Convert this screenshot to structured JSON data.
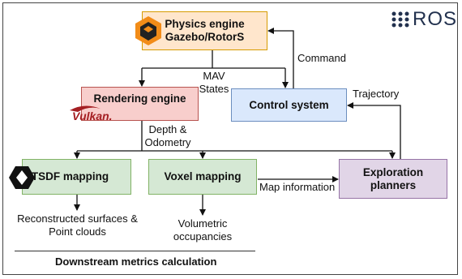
{
  "logo": {
    "text": "ROS"
  },
  "boxes": {
    "physics": {
      "line1": "Physics engine",
      "line2": "Gazebo/RotorS"
    },
    "rendering": {
      "label": "Rendering engine"
    },
    "control": {
      "label": "Control system"
    },
    "tsdf": {
      "label": "TSDF mapping"
    },
    "voxel": {
      "label": "Voxel mapping"
    },
    "explore": {
      "line1": "Exploration",
      "line2": "planners"
    }
  },
  "edge_labels": {
    "command": "Command",
    "mav_line1": "MAV",
    "mav_line2": "States",
    "trajectory": "Trajectory",
    "depth_line1": "Depth &",
    "depth_line2": "Odometry",
    "map_info": "Map information"
  },
  "outputs": {
    "surfaces_line1": "Reconstructed surfaces &",
    "surfaces_line2": "Point clouds",
    "occupancy_line1": "Volumetric",
    "occupancy_line2": "occupancies"
  },
  "footer": {
    "title": "Downstream metrics calculation"
  },
  "vulkan_logo_text": "Vulkan.",
  "colors": {
    "physics_fill": "#ffe6cc",
    "rendering_fill": "#f8cecc",
    "control_fill": "#dae8fc",
    "mapping_fill": "#d5e8d4",
    "explore_fill": "#e1d5e7",
    "vulkan_red": "#a41e22",
    "ros_navy": "#22314e"
  }
}
